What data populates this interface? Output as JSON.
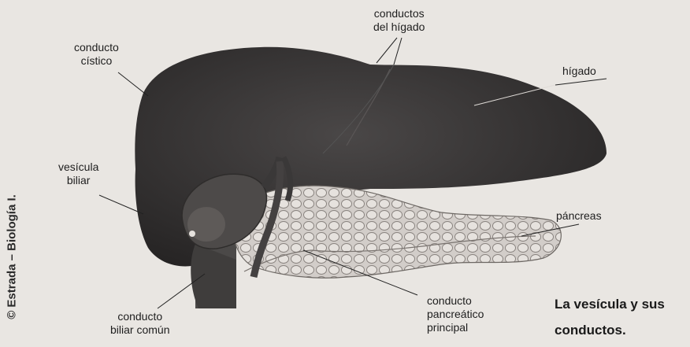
{
  "labels": {
    "hepatic_ducts": [
      "conductos",
      "del hígado"
    ],
    "cystic_duct": [
      "conducto",
      "cístico"
    ],
    "liver": "hígado",
    "gallbladder": [
      "vesícula",
      "biliar"
    ],
    "pancreas": "páncreas",
    "common_bile_duct": [
      "conducto",
      "biliar común"
    ],
    "pancreatic_duct": [
      "conducto",
      "pancreático",
      "principal"
    ]
  },
  "caption": [
    "La vesícula y sus",
    "conductos."
  ],
  "credit": "© Estrada – Biología I.",
  "colors": {
    "liver": "#3a3838",
    "liver_shade": "#2a2828",
    "pancreas": "#cfcac6",
    "gallbladder": "#4a4746",
    "background": "#e9e6e2"
  }
}
